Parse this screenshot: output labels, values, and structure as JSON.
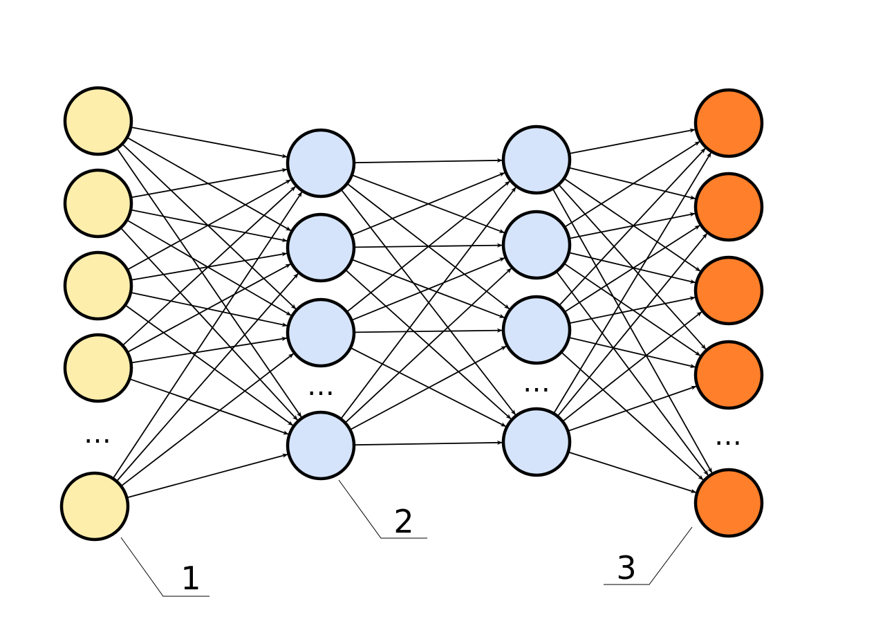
{
  "colors": {
    "input_fill": "#fdeeab",
    "hidden_fill": "#d5e4fb",
    "output_fill": "#ff7f2a",
    "stroke": "#000000"
  },
  "ellipsis": "…",
  "labels": {
    "input": "1",
    "hidden": "2",
    "output": "3"
  },
  "layers": [
    {
      "role": "input",
      "visible_nodes": 5,
      "has_ellipsis": true
    },
    {
      "role": "hidden",
      "visible_nodes": 4,
      "has_ellipsis": true
    },
    {
      "role": "hidden",
      "visible_nodes": 4,
      "has_ellipsis": true
    },
    {
      "role": "output",
      "visible_nodes": 5,
      "has_ellipsis": true
    }
  ],
  "connectivity": "fully-connected"
}
